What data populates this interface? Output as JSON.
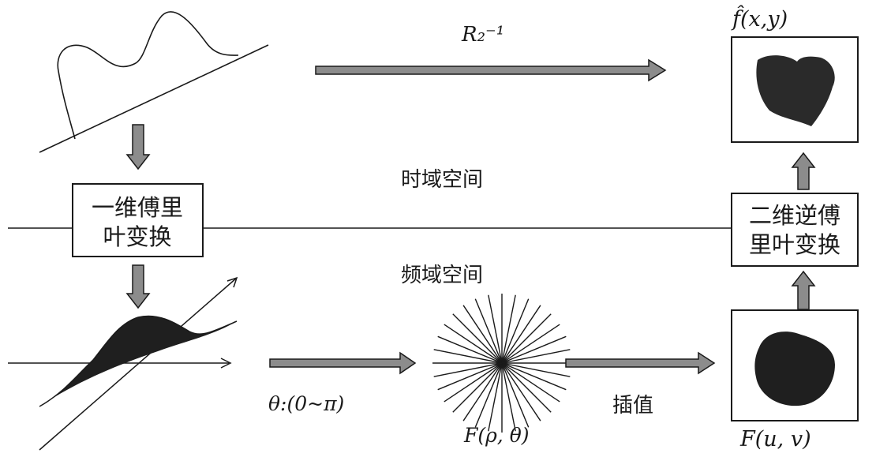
{
  "labels": {
    "top_arrow": "R₂⁻¹",
    "result": "f̂(x,y)",
    "time_domain": "时域空间",
    "freq_domain": "频域空间",
    "box_1d_ft_line1": "一维傅里",
    "box_1d_ft_line2": "叶变换",
    "box_2d_ift_line1": "二维逆傅",
    "box_2d_ift_line2": "里叶变换",
    "theta_range": "θ:(0~π)",
    "polar_samples": "F(ρ, θ)",
    "interpolate": "插值",
    "spectrum": "F(u, v)"
  },
  "colors": {
    "arrow_fill": "#8c8c8c",
    "ink": "#1a1a1a",
    "blob": "#2a2a2a"
  }
}
